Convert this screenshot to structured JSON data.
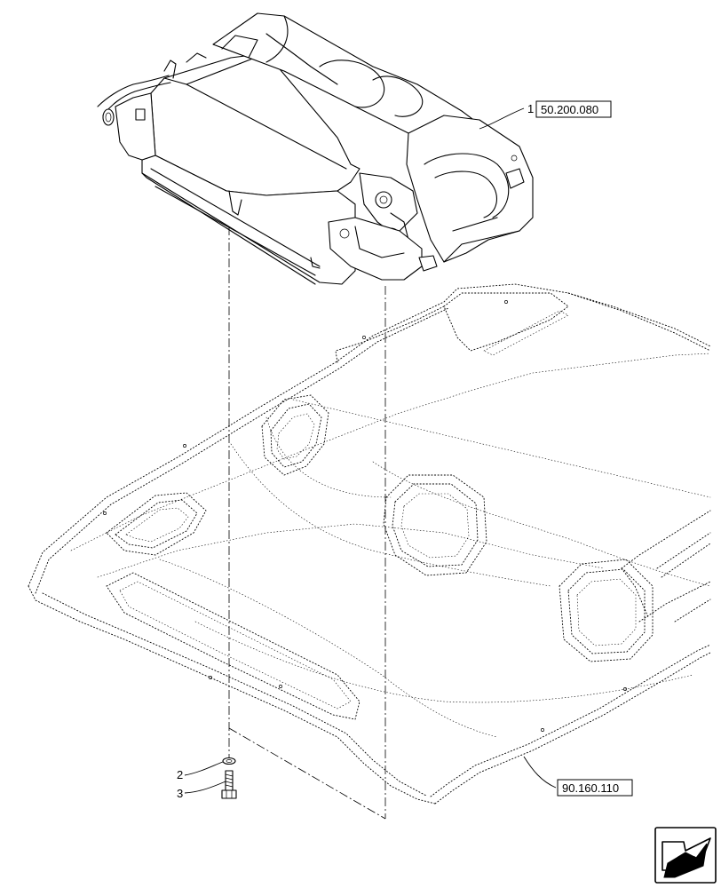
{
  "callouts": [
    {
      "number": "1",
      "reference": "50.200.080"
    },
    {
      "number": "2",
      "reference": ""
    },
    {
      "number": "3",
      "reference": ""
    }
  ],
  "references": {
    "hvac_unit": "50.200.080",
    "headliner": "90.160.110"
  },
  "icons": {
    "nav": "arrow-navigation-icon"
  }
}
